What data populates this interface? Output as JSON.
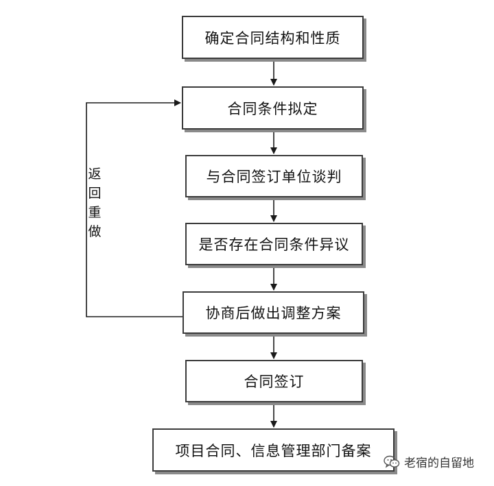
{
  "flow": {
    "steps": [
      "确定合同结构和性质",
      "合同条件拟定",
      "与合同签订单位谈判",
      "是否存在合同条件异议",
      "协商后做出调整方案",
      "合同签订",
      "项目合同、信息管理部门备案"
    ],
    "loop_label": [
      "返",
      "回",
      "重",
      "做"
    ]
  },
  "watermark": {
    "icon": "wechat-icon",
    "text": "老宿的自留地"
  },
  "colors": {
    "line": "#1a1a1a",
    "box_border": "#3a3a3a",
    "box_shadow": "#8a8a8a"
  }
}
